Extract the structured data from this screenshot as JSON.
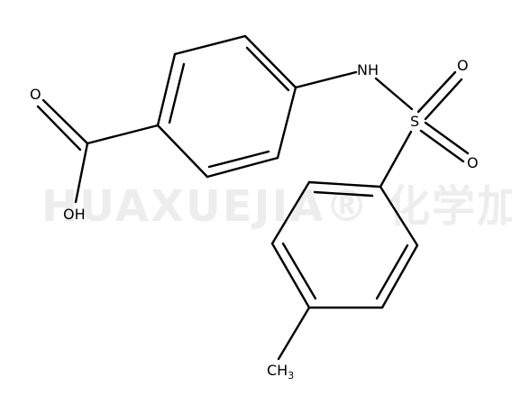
{
  "watermark": "HUAXUEJIA® 化学加",
  "atoms": {
    "carbonyl_oxygen": "O",
    "hydroxyl": "OH",
    "amine": "NH",
    "sulfur": "S",
    "sulfonyl_oxygen_top": "O",
    "sulfonyl_oxygen_right": "O",
    "methyl_main": "CH",
    "methyl_subscript": "3"
  },
  "colors": {
    "bond": "#000000",
    "label": "#000000",
    "background": "#ffffff"
  }
}
